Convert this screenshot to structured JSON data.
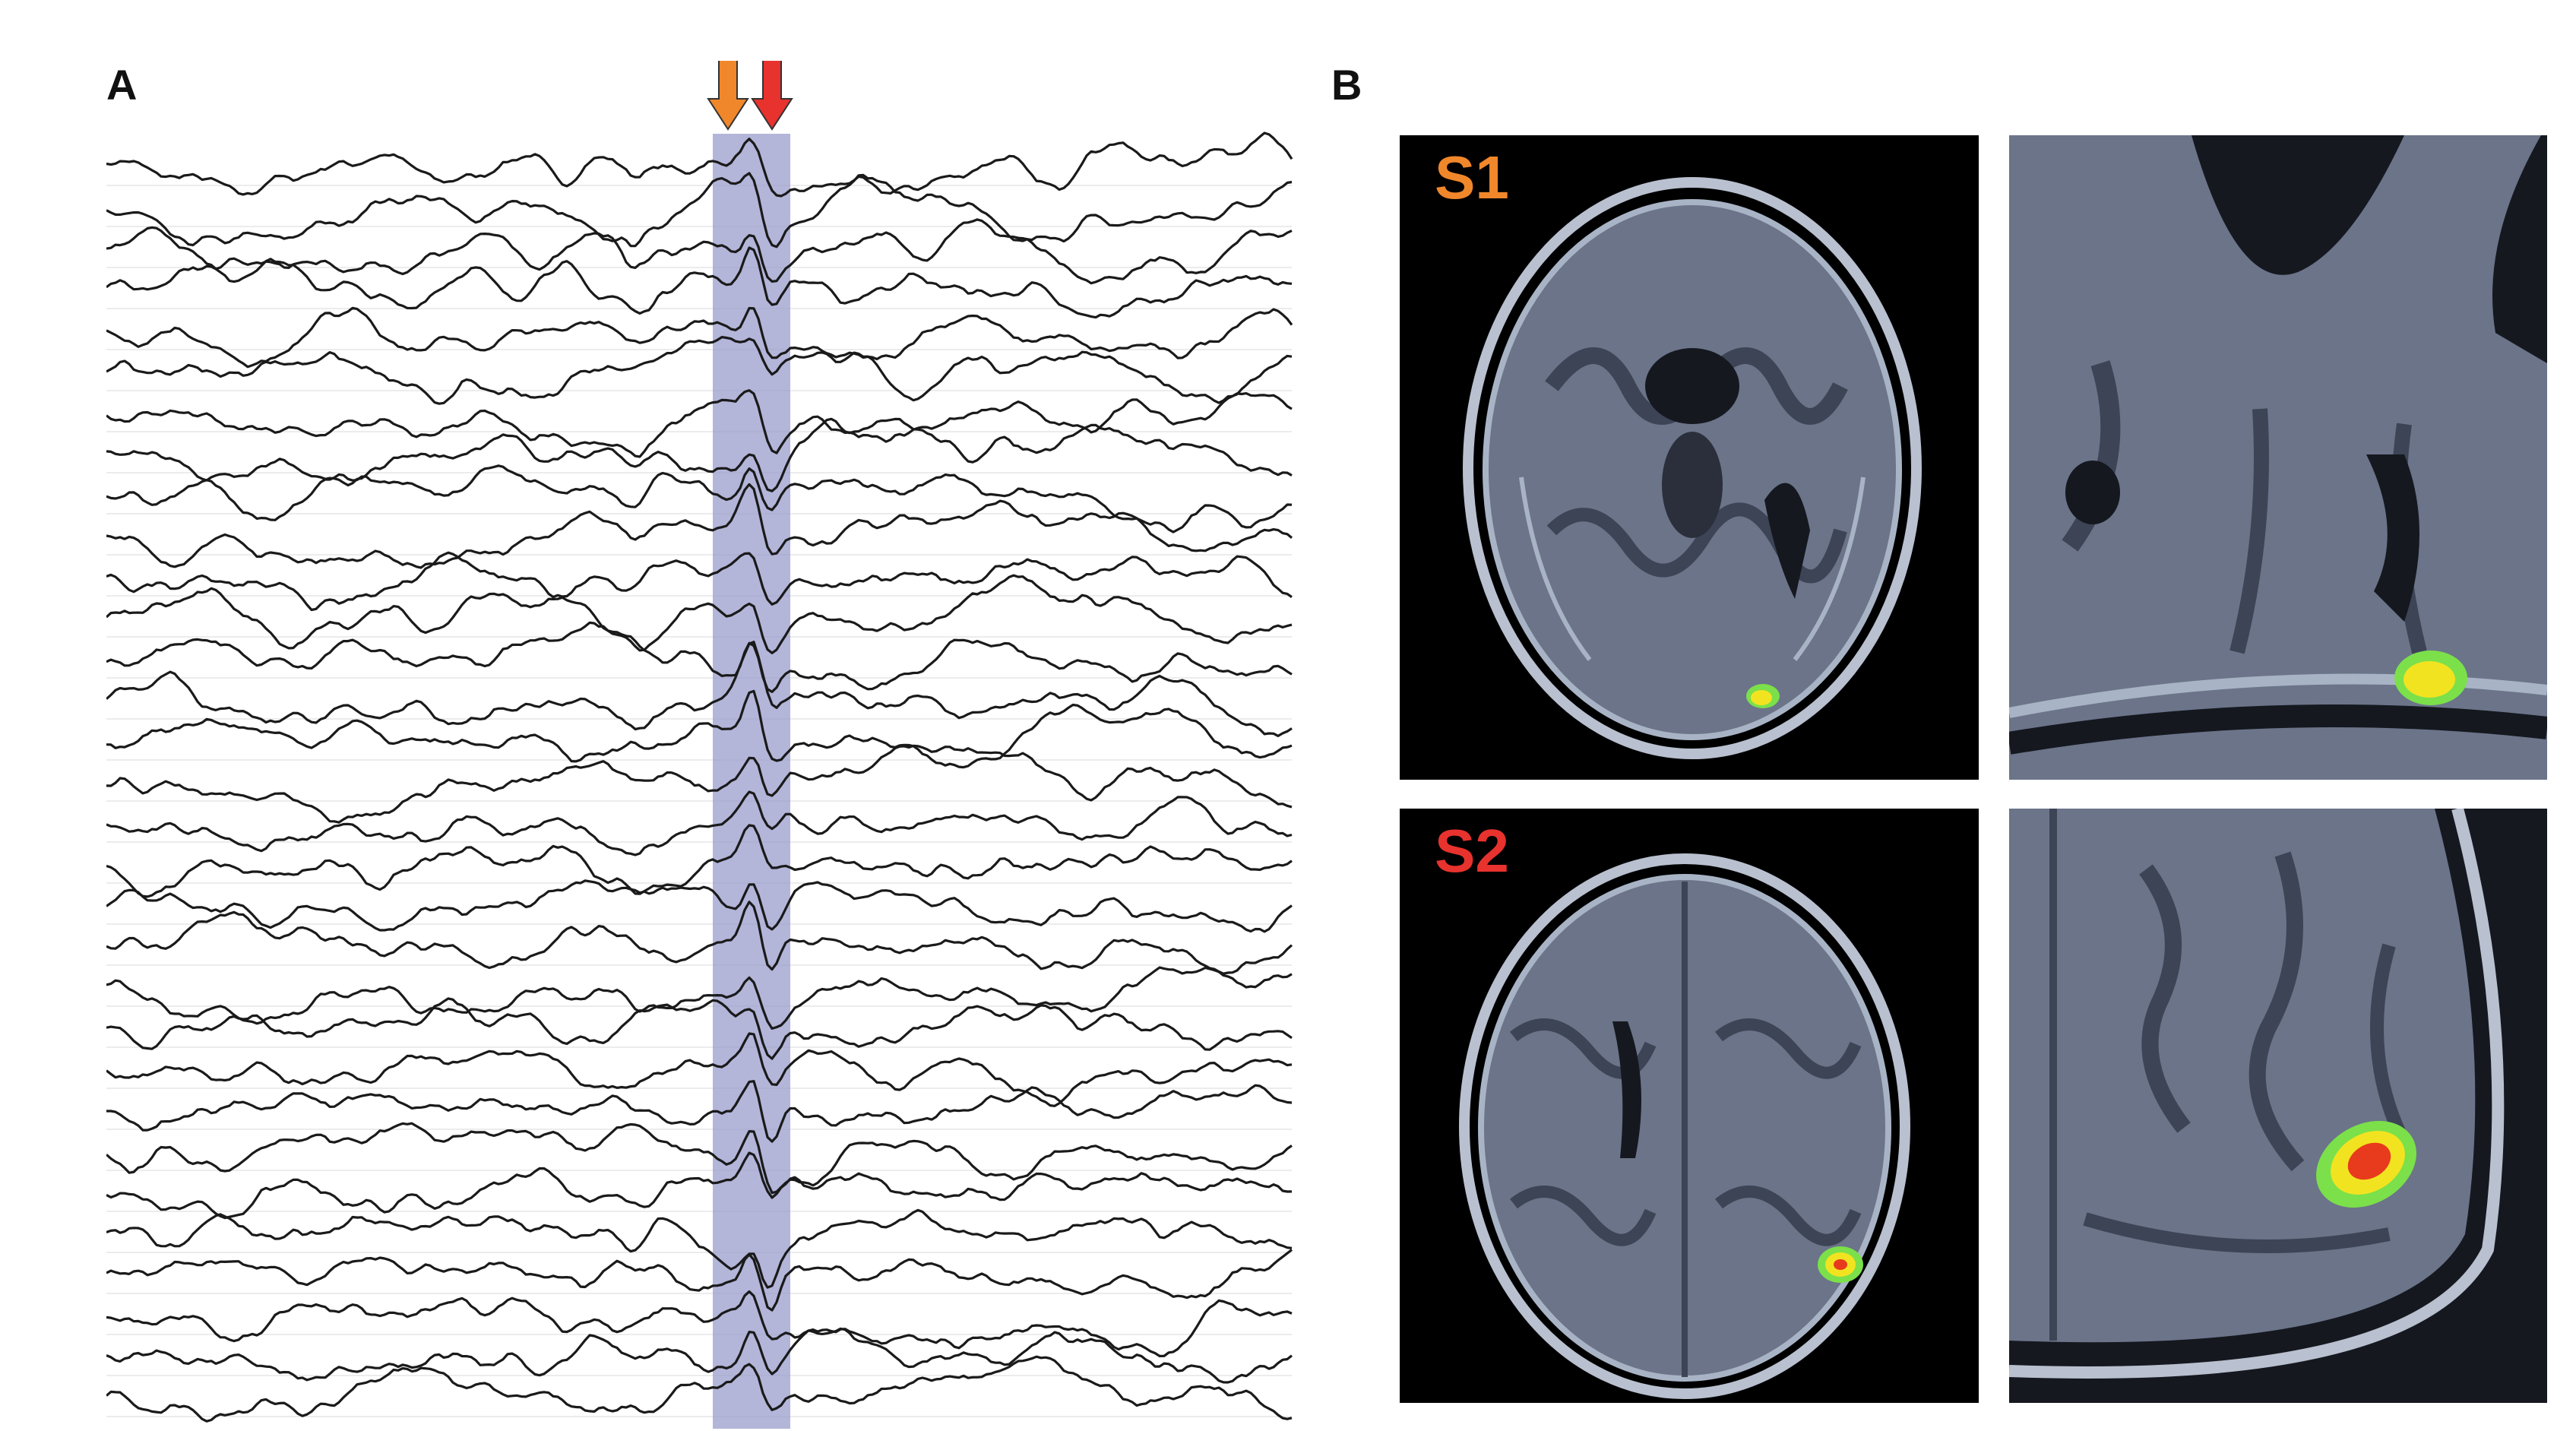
{
  "figure": {
    "panel_a_label": "A",
    "panel_b_label": "B"
  },
  "eeg": {
    "channel_count": 31,
    "highlight_color": "#9a9ccc",
    "trace_color": "#1a1a1a",
    "arrows": [
      {
        "name": "S1",
        "color": "#f0872b"
      },
      {
        "name": "S2",
        "color": "#e8322e"
      }
    ]
  },
  "mri": {
    "s1": {
      "label": "S1",
      "label_color": "#f0872b"
    },
    "s2": {
      "label": "S2",
      "label_color": "#e8322e"
    },
    "tissue_color": "#6b7489",
    "activation_colors": {
      "outer": "#7be04a",
      "mid": "#f2e320",
      "inner": "#e83a1c"
    }
  }
}
